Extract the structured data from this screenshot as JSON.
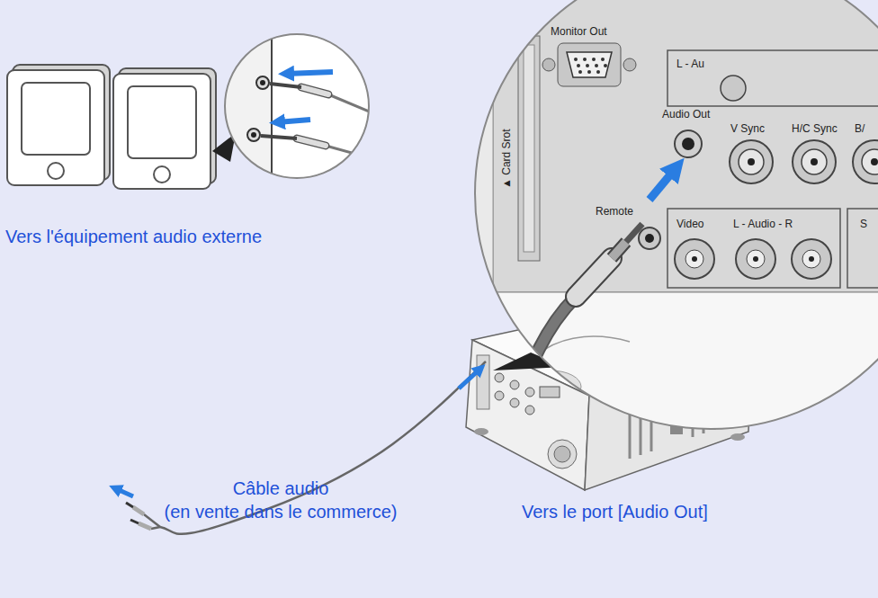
{
  "diagram": {
    "labels": [
      "Monitor Out",
      "L - Au",
      "Audio Out",
      "V Sync",
      "H/C Sync",
      "B/",
      "▲ Card Srot",
      "Remote",
      "Video",
      "L - Audio - R",
      "S",
      "Vers l'équipement audio externe",
      "Câble audio (en vente dans le commerce)",
      "Vers le port [Audio Out]"
    ]
  }
}
